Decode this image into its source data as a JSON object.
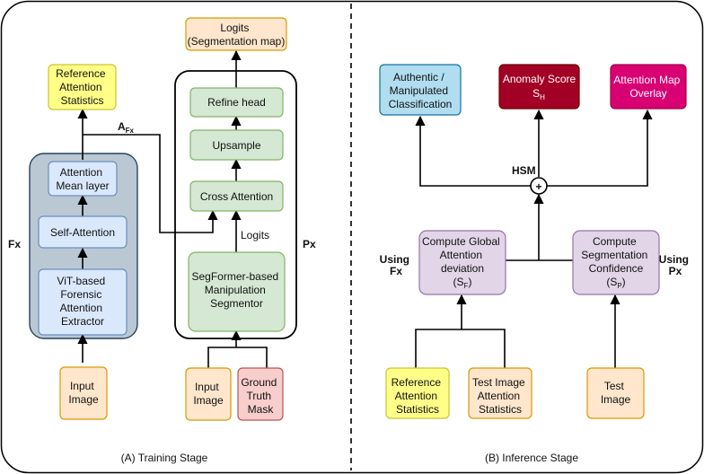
{
  "colors": {
    "yellow": "#ffff88",
    "yellow_stroke": "#c9c531",
    "orange": "#ffe6cc",
    "orange_stroke": "#d79b00",
    "green": "#d5e8d4",
    "green_stroke": "#82b366",
    "red_light": "#f8cecc",
    "red_stroke": "#b85450",
    "cyan": "#b1ddf0",
    "cyan_stroke": "#10739e",
    "blue": "#dae8fc",
    "blue_stroke": "#6c8ebf",
    "purple": "#e1d5e7",
    "purple_stroke": "#9673a6",
    "crimson": "#a20025",
    "crimson_stroke": "#6f0000",
    "magenta": "#d80073",
    "magenta_stroke": "#a50040",
    "group_gray": "#bac8d3",
    "group_gray_stroke": "#23445d"
  },
  "training": {
    "stage_label": "(A) Training Stage",
    "fx_label": "Fx",
    "px_label": "Px",
    "ref_stats": [
      "Reference",
      "Attention",
      "Statistics"
    ],
    "attention_mean": [
      "Attention",
      "Mean layer"
    ],
    "self_attention": "Self-Attention",
    "vit_extractor": [
      "ViT-based",
      "Forensic",
      "Attention",
      "Extractor"
    ],
    "input_image_left": [
      "Input",
      "Image"
    ],
    "afx_main": "A",
    "afx_sub": "Fx",
    "logits_top": [
      "Logits",
      "(Segmentation map)"
    ],
    "refine_head": "Refine head",
    "upsample": "Upsample",
    "cross_attention": "Cross Attention",
    "logits_edge": "Logits",
    "segformer": [
      "SegFormer-based",
      "Manipulation",
      "Segmentor"
    ],
    "input_image_right": [
      "Input",
      "Image"
    ],
    "ground_truth": [
      "Ground",
      "Truth",
      "Mask"
    ]
  },
  "inference": {
    "stage_label": "(B) Inference Stage",
    "auth_class": [
      "Authentic /",
      "Manipulated",
      "Classification"
    ],
    "anomaly_main": "Anomaly Score",
    "anomaly_sym": "S",
    "anomaly_sub": "H",
    "attn_overlay": [
      "Attention Map",
      "Overlay"
    ],
    "hsm": "HSM",
    "plus": "+",
    "using_fx": [
      "Using",
      "Fx"
    ],
    "using_px": [
      "Using",
      "Px"
    ],
    "global_dev": [
      "Compute Global",
      "Attention",
      "deviation"
    ],
    "global_dev_sym": "(S",
    "global_dev_sub": "F",
    "global_dev_close": ")",
    "seg_conf": [
      "Compute",
      "Segmentation",
      "Confidence"
    ],
    "seg_conf_sym": "(S",
    "seg_conf_sub": "P",
    "seg_conf_close": ")",
    "ref_stats": [
      "Reference",
      "Attention",
      "Statistics"
    ],
    "test_stats": [
      "Test Image",
      "Attention",
      "Statistics"
    ],
    "test_image": [
      "Test",
      "Image"
    ]
  }
}
